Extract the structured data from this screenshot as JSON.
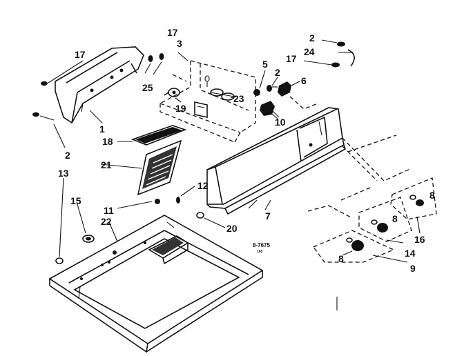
{
  "diagram": {
    "code": "8-7675",
    "code_sub": "165",
    "callouts": [
      {
        "id": "c-17a",
        "text": "17"
      },
      {
        "id": "c-17b",
        "text": "17"
      },
      {
        "id": "c-17c",
        "text": "17"
      },
      {
        "id": "c-3",
        "text": "3"
      },
      {
        "id": "c-25",
        "text": "25"
      },
      {
        "id": "c-19",
        "text": "19"
      },
      {
        "id": "c-23",
        "text": "23"
      },
      {
        "id": "c-1",
        "text": "1"
      },
      {
        "id": "c-2a",
        "text": "2"
      },
      {
        "id": "c-2b",
        "text": "2"
      },
      {
        "id": "c-2c",
        "text": "2"
      },
      {
        "id": "c-24",
        "text": "24"
      },
      {
        "id": "c-5",
        "text": "5"
      },
      {
        "id": "c-6",
        "text": "6"
      },
      {
        "id": "c-10",
        "text": "10"
      },
      {
        "id": "c-18",
        "text": "18"
      },
      {
        "id": "c-21",
        "text": "21"
      },
      {
        "id": "c-12",
        "text": "12"
      },
      {
        "id": "c-11",
        "text": "11"
      },
      {
        "id": "c-13",
        "text": "13"
      },
      {
        "id": "c-15",
        "text": "15"
      },
      {
        "id": "c-22",
        "text": "22"
      },
      {
        "id": "c-20",
        "text": "20"
      },
      {
        "id": "c-7",
        "text": "7"
      },
      {
        "id": "c-8a",
        "text": "8"
      },
      {
        "id": "c-8b",
        "text": "8"
      },
      {
        "id": "c-8c",
        "text": "8"
      },
      {
        "id": "c-16",
        "text": "16"
      },
      {
        "id": "c-14",
        "text": "14"
      },
      {
        "id": "c-9",
        "text": "9"
      }
    ]
  }
}
